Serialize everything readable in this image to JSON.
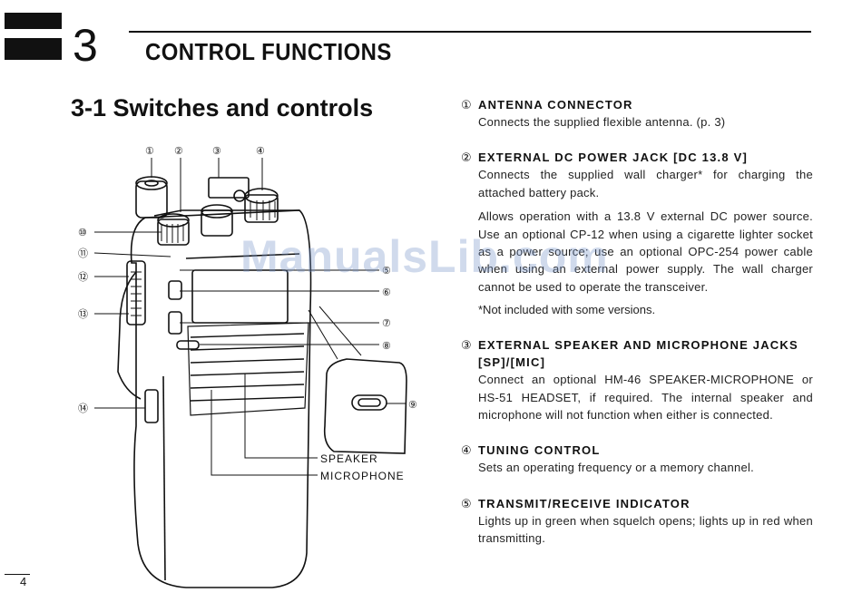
{
  "header": {
    "chapter_number": "3",
    "chapter_title": "CONTROL FUNCTIONS"
  },
  "section": {
    "title": "3-1 Switches and controls"
  },
  "diagram": {
    "callouts": [
      "①",
      "②",
      "③",
      "④",
      "⑤",
      "⑥",
      "⑦",
      "⑧",
      "⑨",
      "⑩",
      "⑪",
      "⑫",
      "⑬",
      "⑭"
    ],
    "labels": {
      "speaker": "SPEAKER",
      "microphone": "MICROPHONE"
    }
  },
  "items": [
    {
      "num": "①",
      "title": "ANTENNA CONNECTOR",
      "paragraphs": [
        "Connects the supplied flexible antenna. (p. 3)"
      ]
    },
    {
      "num": "②",
      "title": "EXTERNAL DC POWER JACK [DC 13.8 V]",
      "paragraphs": [
        "Connects the supplied wall charger* for charging the attached battery pack.",
        "Allows operation with a 13.8 V external DC power source. Use an optional CP-12 when using a cigarette lighter socket as a power source; use an optional OPC-254 power cable when using an external power supply. The wall charger cannot be used to operate the transceiver."
      ],
      "note": "*Not included with some versions."
    },
    {
      "num": "③",
      "title": "EXTERNAL SPEAKER AND MICROPHONE JACKS [SP]/[MIC]",
      "paragraphs": [
        "Connect an optional HM-46 SPEAKER-MICROPHONE or HS-51 HEADSET, if required. The internal speaker and microphone will not function when either is connected."
      ]
    },
    {
      "num": "④",
      "title": "TUNING CONTROL",
      "paragraphs": [
        "Sets an operating frequency or a memory channel."
      ]
    },
    {
      "num": "⑤",
      "title": "TRANSMIT/RECEIVE INDICATOR",
      "paragraphs": [
        "Lights up in green when squelch opens; lights up in red when transmitting."
      ]
    }
  ],
  "watermark": "ManualsLib.com",
  "footer": {
    "page_number": "4"
  }
}
